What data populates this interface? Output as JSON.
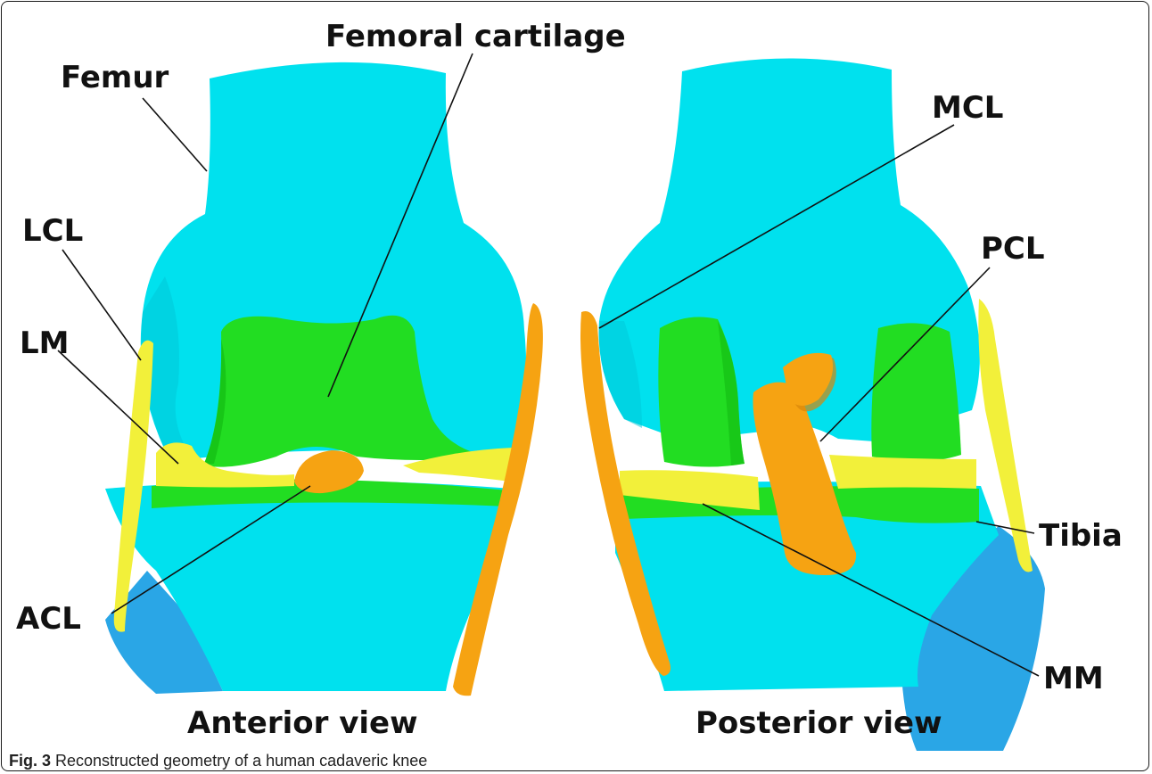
{
  "figure": {
    "labels": {
      "femoral_cartilage": "Femoral cartilage",
      "femur": "Femur",
      "mcl": "MCL",
      "lcl": "LCL",
      "pcl": "PCL",
      "lm": "LM",
      "acl": "ACL",
      "tibia": "Tibia",
      "mm": "MM"
    },
    "views": {
      "anterior": "Anterior view",
      "posterior": "Posterior view"
    },
    "colors": {
      "bone": "#00e1ee",
      "bone_shade": "#00c8d8",
      "cartilage": "#22dd22",
      "cartilage_shade": "#11b711",
      "meniscus": "#f2f03a",
      "ligament": "#f6a312",
      "ligament_shade": "#d8860a",
      "fibula": "#2aa6e6"
    }
  },
  "caption": {
    "prefix": "Fig. 3",
    "text": " Reconstructed geometry of a human cadaveric knee"
  }
}
